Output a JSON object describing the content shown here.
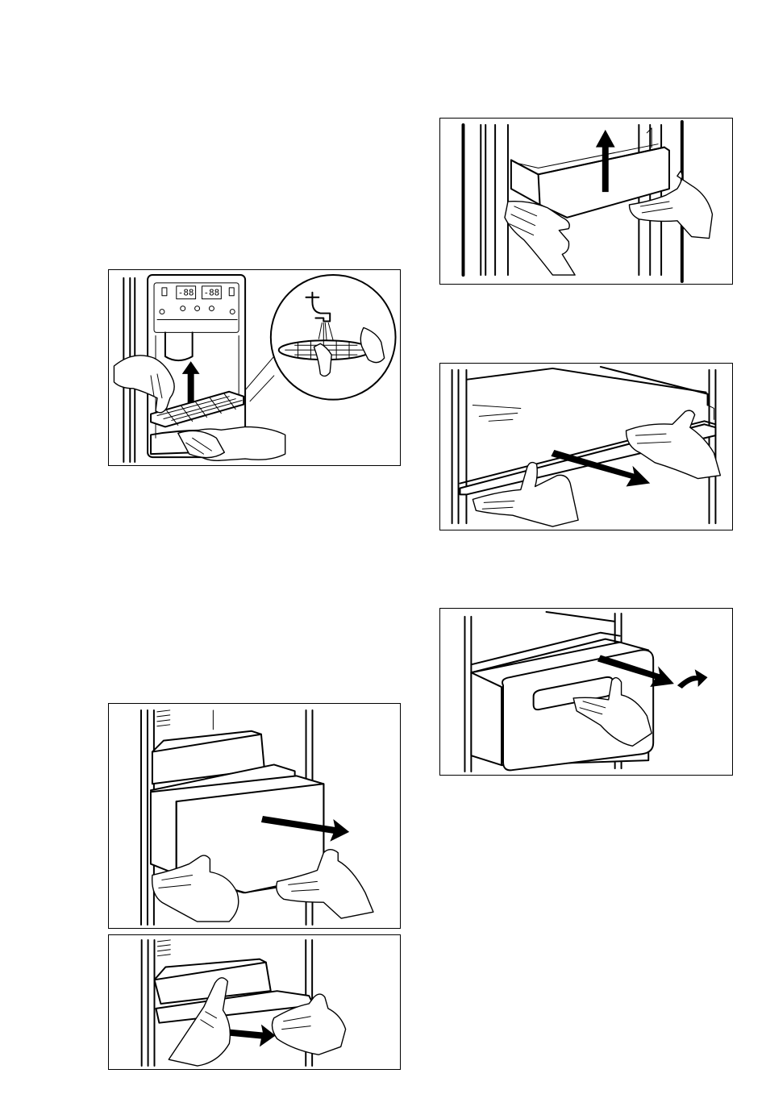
{
  "figures": [
    {
      "id": "fig-dispenser-drip-tray",
      "display_digits": [
        "-88",
        "-88"
      ]
    },
    {
      "id": "fig-door-bin-lift"
    },
    {
      "id": "fig-glass-shelf-pull"
    },
    {
      "id": "fig-crisper-drawer-pull"
    },
    {
      "id": "fig-freezer-drawer-pull"
    },
    {
      "id": "fig-freezer-tray-pull"
    }
  ]
}
